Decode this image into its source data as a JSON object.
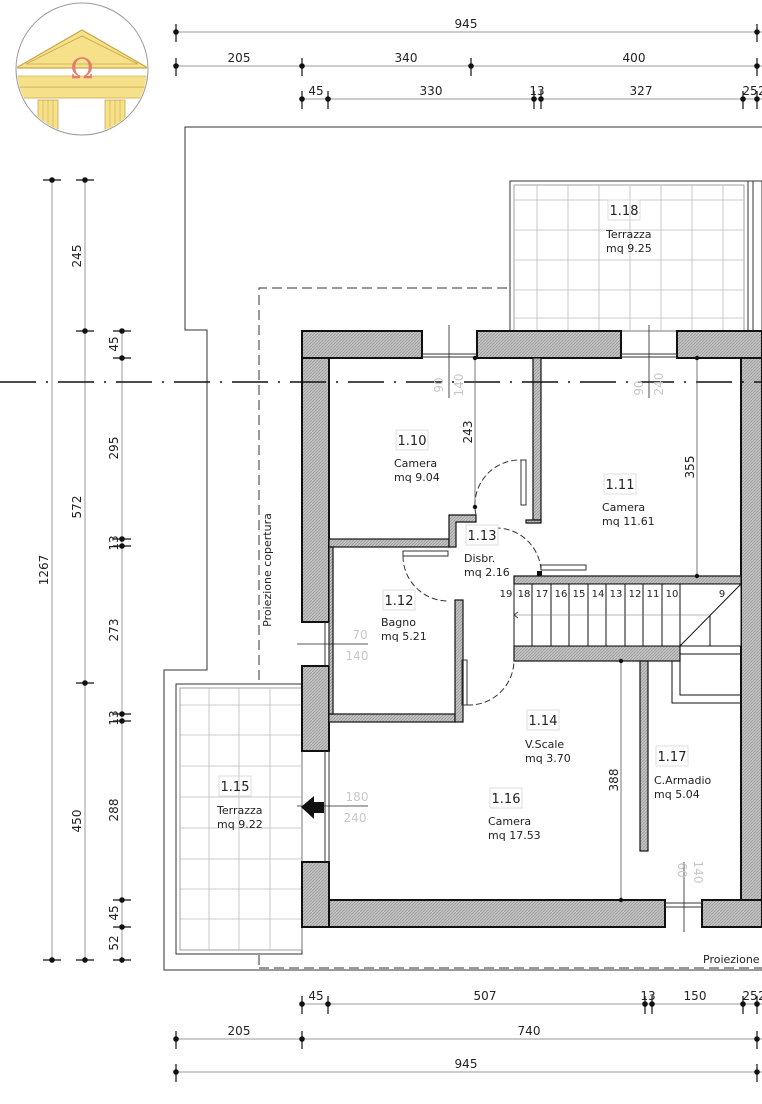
{
  "logo": {
    "symbol": "Ω",
    "colors": {
      "pediment": "#f6e08a",
      "omega": "#e47a70",
      "border": "#9a9a9a"
    }
  },
  "colors": {
    "wall_fill": "#bdbdbd",
    "wall_stroke": "#111111",
    "dim_line": "#9a9a9a",
    "ghost_text": "#c8c8c8",
    "tile_grid": "#bbbbbb"
  },
  "dimensions": {
    "top": {
      "row1": [
        "945"
      ],
      "row2": [
        "205",
        "340",
        "400"
      ],
      "row3": [
        "45",
        "330",
        "13",
        "327",
        "25",
        "2"
      ]
    },
    "bottom": {
      "row1": [
        "45",
        "507",
        "13",
        "150",
        "25",
        "2"
      ],
      "row2": [
        "205",
        "740"
      ],
      "row3": [
        "945"
      ]
    },
    "left": {
      "col1": [
        "1267"
      ],
      "col2": [
        "245",
        "572",
        "450"
      ],
      "col3": [
        "45",
        "295",
        "13",
        "273",
        "13",
        "288",
        "45",
        "52"
      ]
    },
    "internal": {
      "d243": "243",
      "d355": "355",
      "d388": "388"
    }
  },
  "openings": {
    "w1010": {
      "width": "90",
      "height": "140"
    },
    "w1011": {
      "width": "90",
      "height": "240"
    },
    "w1012": {
      "width": "70",
      "height": "140"
    },
    "w1016": {
      "width": "180",
      "height": "240"
    },
    "w1017": {
      "width": "60",
      "height": "140"
    }
  },
  "labels": {
    "roof_projection_vertical": "Proiezione copertura",
    "roof_projection_bottom": "Proiezione"
  },
  "rooms": [
    {
      "id": "1.10",
      "name": "Camera",
      "area": "mq 9.04"
    },
    {
      "id": "1.11",
      "name": "Camera",
      "area": "mq 11.61"
    },
    {
      "id": "1.12",
      "name": "Bagno",
      "area": "mq 5.21"
    },
    {
      "id": "1.13",
      "name": "Disbr.",
      "area": "mq 2.16"
    },
    {
      "id": "1.14",
      "name": "V.Scale",
      "area": "mq 3.70"
    },
    {
      "id": "1.15",
      "name": "Terrazza",
      "area": "mq 9.22"
    },
    {
      "id": "1.16",
      "name": "Camera",
      "area": "mq 17.53"
    },
    {
      "id": "1.17",
      "name": "C.Armadio",
      "area": "mq 5.04"
    },
    {
      "id": "1.18",
      "name": "Terrazza",
      "area": "mq 9.25"
    }
  ],
  "stairs": {
    "steps": [
      "19",
      "18",
      "17",
      "16",
      "15",
      "14",
      "13",
      "12",
      "11",
      "10",
      "9"
    ]
  }
}
